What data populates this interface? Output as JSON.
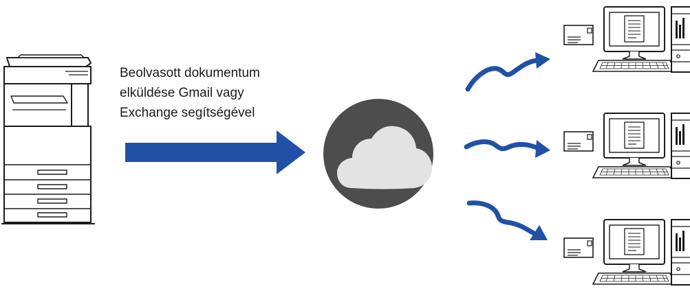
{
  "caption": {
    "line1": "Beolvasott dokumentum",
    "line2": "elküldése Gmail vagy",
    "line3": "Exchange segítségével"
  },
  "colors": {
    "arrow": "#2151a6",
    "cloud_disc": "#4d4d4d",
    "cloud": "#e3e3e3",
    "outline": "#1a1a1a"
  },
  "icons": {
    "source": "multifunction-printer-icon",
    "service": "cloud-icon",
    "recipients": [
      "computer-mail-icon",
      "computer-mail-icon",
      "computer-mail-icon"
    ]
  }
}
